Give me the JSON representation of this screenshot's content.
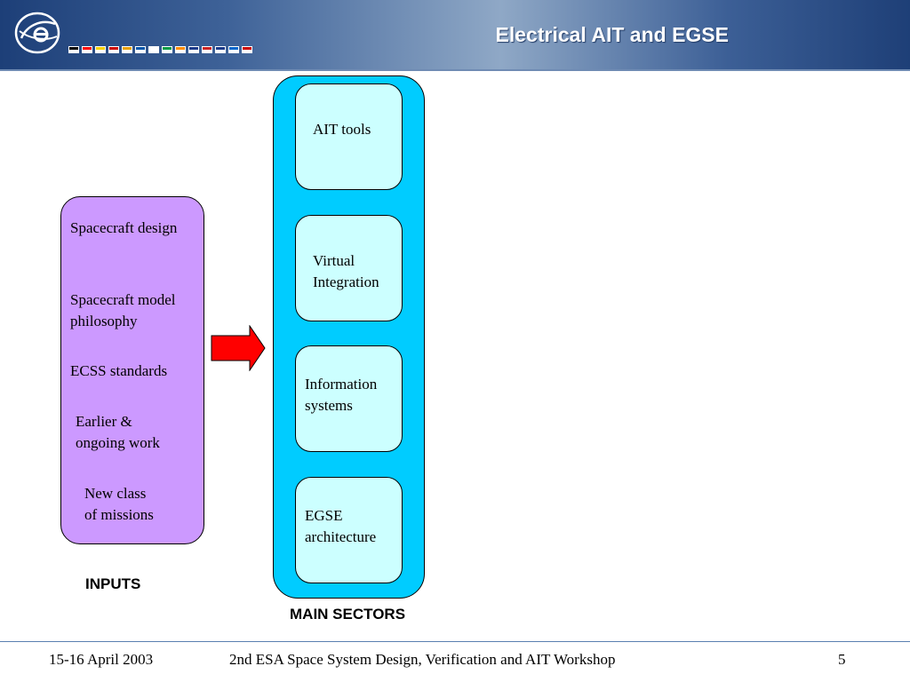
{
  "header": {
    "title": "Electrical AIT and EGSE",
    "logo_icon": "esa-logo-icon",
    "flag_colors": [
      "#000000",
      "#ff0000",
      "#f5d000",
      "#cc0000",
      "#e8a000",
      "#0055aa",
      "#ffffff",
      "#009a44",
      "#ff8c00",
      "#1a3a8a",
      "#cc2222",
      "#1a3a8a",
      "#0066cc",
      "#cc0000"
    ]
  },
  "inputs": {
    "items": [
      "Spacecraft design",
      "Spacecraft model\nphilosophy",
      "ECSS standards",
      "Earlier &\nongoing work",
      "New class\nof missions"
    ],
    "label": "INPUTS",
    "fill_color": "#cc99ff"
  },
  "arrow": {
    "icon": "right-arrow-icon",
    "color": "#ff0000"
  },
  "main_sectors": {
    "items": [
      "AIT tools",
      "Virtual\n  Integration",
      "Information\nsystems",
      "EGSE\narchitecture"
    ],
    "label": "MAIN SECTORS",
    "outer_color": "#00ccff",
    "inner_color": "#ccffff"
  },
  "footer": {
    "date": "15-16 April 2003",
    "event": "2nd ESA Space System Design, Verification and AIT Workshop",
    "page": "5"
  }
}
